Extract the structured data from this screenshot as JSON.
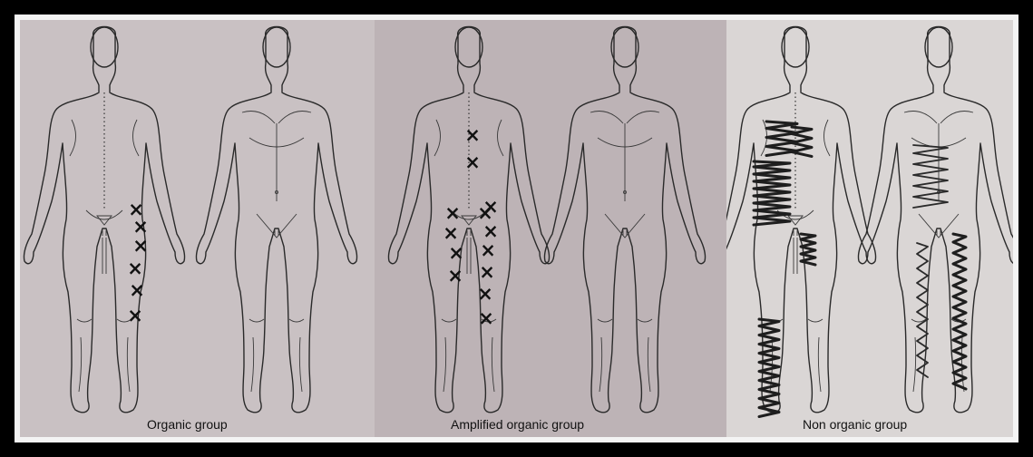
{
  "panels": [
    {
      "id": "organic",
      "caption": "Organic group",
      "background": "#c9c1c3"
    },
    {
      "id": "amplified",
      "caption": "Amplified organic group",
      "background": "#bdb3b6"
    },
    {
      "id": "nonorganic",
      "caption": "Non organic group",
      "background": "#dad6d5"
    }
  ],
  "marks": {
    "symbol": "×"
  },
  "colors": {
    "outer_border": "#000000",
    "inner_border": "#f4f4f4",
    "ink": "#1e1e1e"
  }
}
